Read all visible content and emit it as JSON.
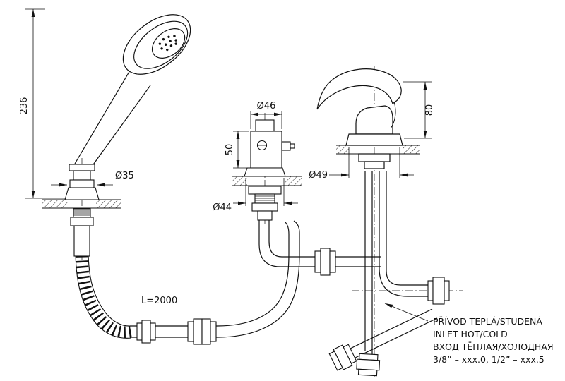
{
  "dims": {
    "shower_height": "236",
    "shower_holder_diameter": "Ø35",
    "hose_length": "L=2000",
    "diverter_top_diameter": "Ø46",
    "diverter_body_height": "50",
    "diverter_base_diameter": "Ø44",
    "mixer_height": "80",
    "mixer_base_diameter": "Ø49"
  },
  "notes": {
    "line1_cs": "PŘÍVOD TEPLÁ/STUDENÁ",
    "line2_en": "INLET HOT/COLD",
    "line3_ru": "ВХОД ТЁПЛАЯ/ХОЛОДНАЯ",
    "line4_sizes": "3/8” – xxx.0, 1/2” – xxx.5"
  }
}
